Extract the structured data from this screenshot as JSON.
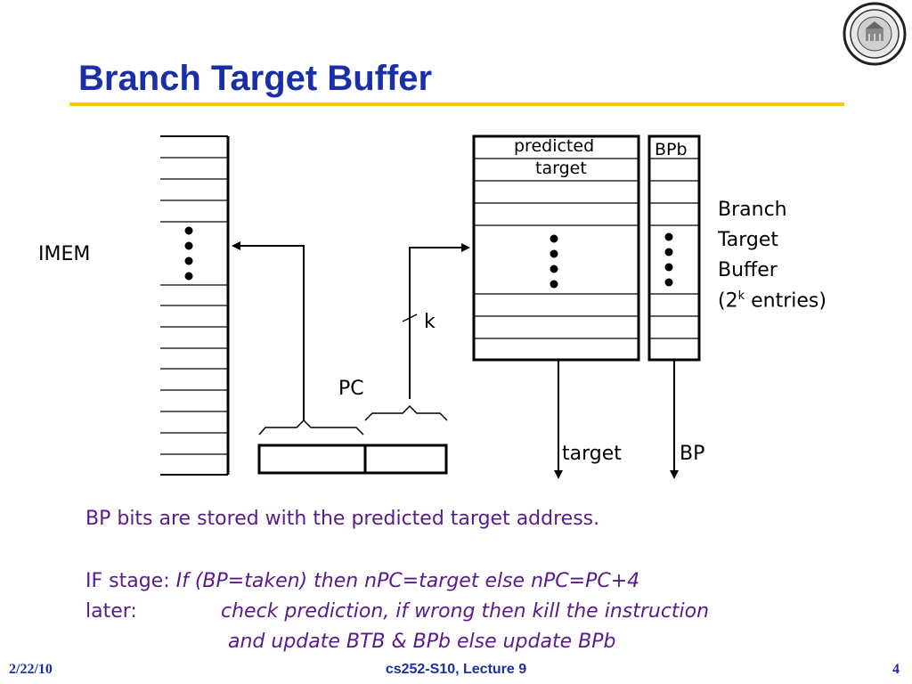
{
  "slide": {
    "title": "Branch Target Buffer"
  },
  "diagram": {
    "imem_label": "IMEM",
    "pc_label": "PC",
    "k_label": "k",
    "btb_col_predicted": "predicted",
    "btb_col_target": "target",
    "btb_col_bpb": "BPb",
    "btb_desc_line1": "Branch",
    "btb_desc_line2": "Target",
    "btb_desc_line3": "Buffer",
    "btb_desc_line4_prefix": "(2",
    "btb_desc_line4_sup": "k",
    "btb_desc_line4_suffix": " entries)",
    "output_target": "target",
    "output_bp": "BP"
  },
  "text": {
    "line1": "BP bits are stored with the predicted target address.",
    "if_stage_label": "IF stage: ",
    "if_stage_text": "If (BP=taken) then nPC=target else nPC=PC+4",
    "later_label": "later:",
    "later_text": "check prediction, if wrong then kill the instruction",
    "later_text2": "and update BTB  & BPb else update BPb"
  },
  "footer": {
    "date": "2/22/10",
    "course": "cs252-S10, Lecture 9",
    "page": "4"
  },
  "colors": {
    "title": "#1a2ea8",
    "rule": "#ffcc00",
    "body_text": "#5a1a8c"
  }
}
